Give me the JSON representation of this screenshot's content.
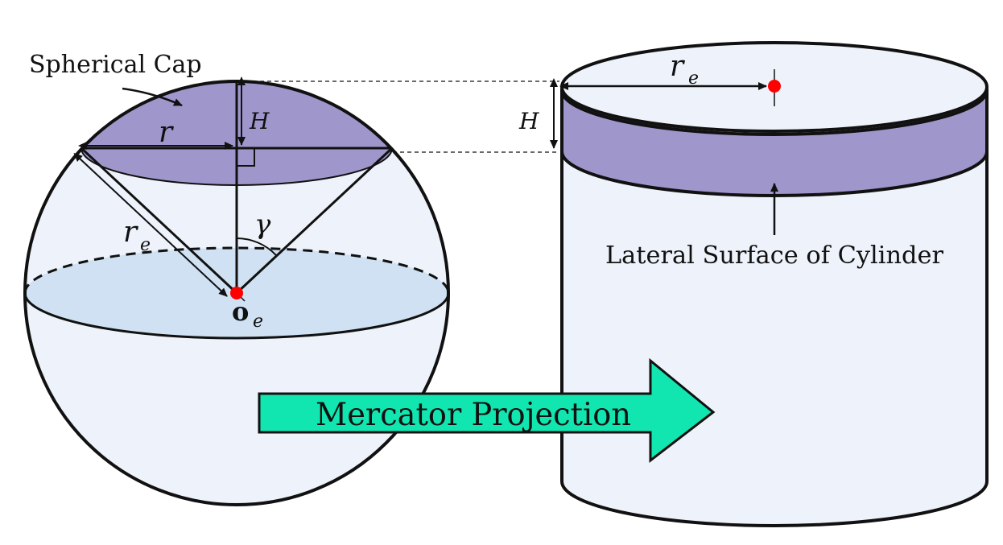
{
  "labels": {
    "spherical_cap": "Spherical Cap",
    "r_symbol": "r",
    "h_left": "H",
    "h_right": "H",
    "r_e_left_main": "r",
    "r_e_left_sub": "e",
    "r_e_right_main": "r",
    "r_e_right_sub": "e",
    "gamma": "γ",
    "origin_main": "o",
    "origin_sub": "e",
    "lateral_surface": "Lateral Surface of Cylinder",
    "projection_banner": "Mercator Projection"
  },
  "colors": {
    "cap_fill": "#9f97cc",
    "band_fill": "#9f97cc",
    "sphere_body_fill": "#eef2fa",
    "equator_fill": "#cfe1f2",
    "cylinder_body_fill": "#eef2fa",
    "arrow_fill": "#12e6b0",
    "point_color": "#ff0000",
    "stroke": "#111111"
  }
}
